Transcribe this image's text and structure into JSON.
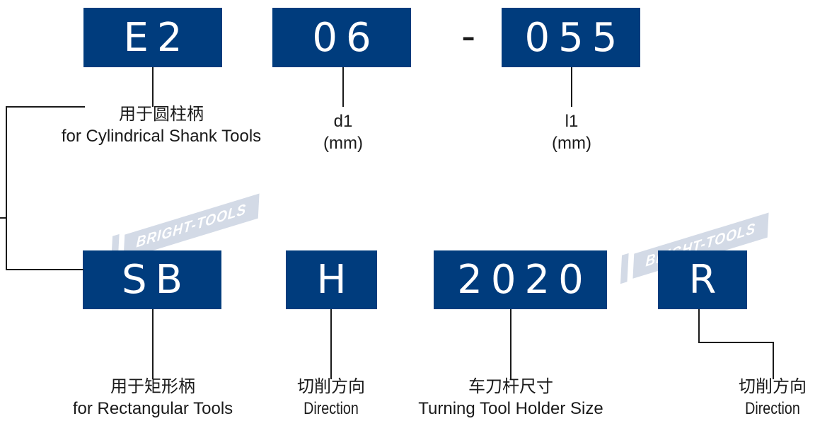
{
  "row1": {
    "box_e2": "E2",
    "box_06": "06",
    "dash": "-",
    "box_055": "055"
  },
  "row2": {
    "box_sb": "SB",
    "box_h": "H",
    "box_2020": "2020",
    "box_r": "R"
  },
  "labels": {
    "cyl_cn": "用于圆柱柄",
    "cyl_en": "for Cylindrical Shank Tools",
    "d1": "d1",
    "d1_unit": "(mm)",
    "l1": "l1",
    "l1_unit": "(mm)",
    "rect_cn": "用于矩形柄",
    "rect_en": "for Rectangular Tools",
    "dir_cn": "切削方向",
    "dir_en": "Direction",
    "size_cn": "车刀杆尺寸",
    "size_en": "Turning Tool Holder Size",
    "dir2_cn": "切削方向",
    "dir2_en": "Direction"
  },
  "watermark": "BRIGHT-TOOLS",
  "colors": {
    "box": "#003c7d",
    "watermark": "#d3dae6",
    "line": "#1a1a1a"
  }
}
